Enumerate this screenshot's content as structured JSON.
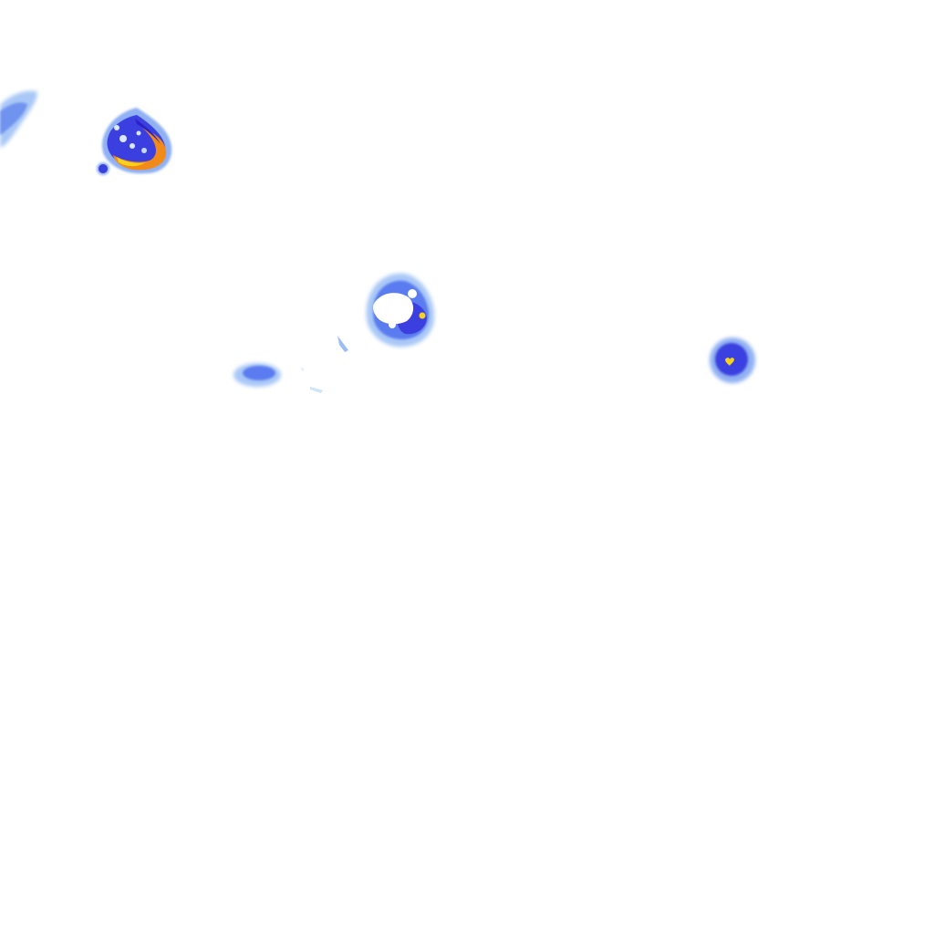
{
  "map": {
    "layer": "precipitation-radar-overlay",
    "background_color": "#ffffff",
    "palette": {
      "very_light": "#cfe3fb",
      "light": "#8fb8f5",
      "medium": "#5a7cf0",
      "strong": "#3b3fe0",
      "heavy": "#2a22c8",
      "intense_orange": "#f28a1a",
      "intense_yellow": "#f7d11c",
      "core_white": "#ffffff"
    },
    "cells": [
      {
        "name": "cell-northwest-edge",
        "intensity": "light"
      },
      {
        "name": "cell-northwest-storm",
        "intensity": "heavy",
        "has_intense_band": true
      },
      {
        "name": "cell-northwest-small",
        "intensity": "heavy"
      },
      {
        "name": "cell-central-north",
        "intensity": "strong",
        "has_intense_core": true
      },
      {
        "name": "cell-central-west",
        "intensity": "medium"
      },
      {
        "name": "cell-central-fragments",
        "intensity": "very_light"
      },
      {
        "name": "cell-east",
        "intensity": "strong",
        "has_intense_core": true
      }
    ]
  }
}
